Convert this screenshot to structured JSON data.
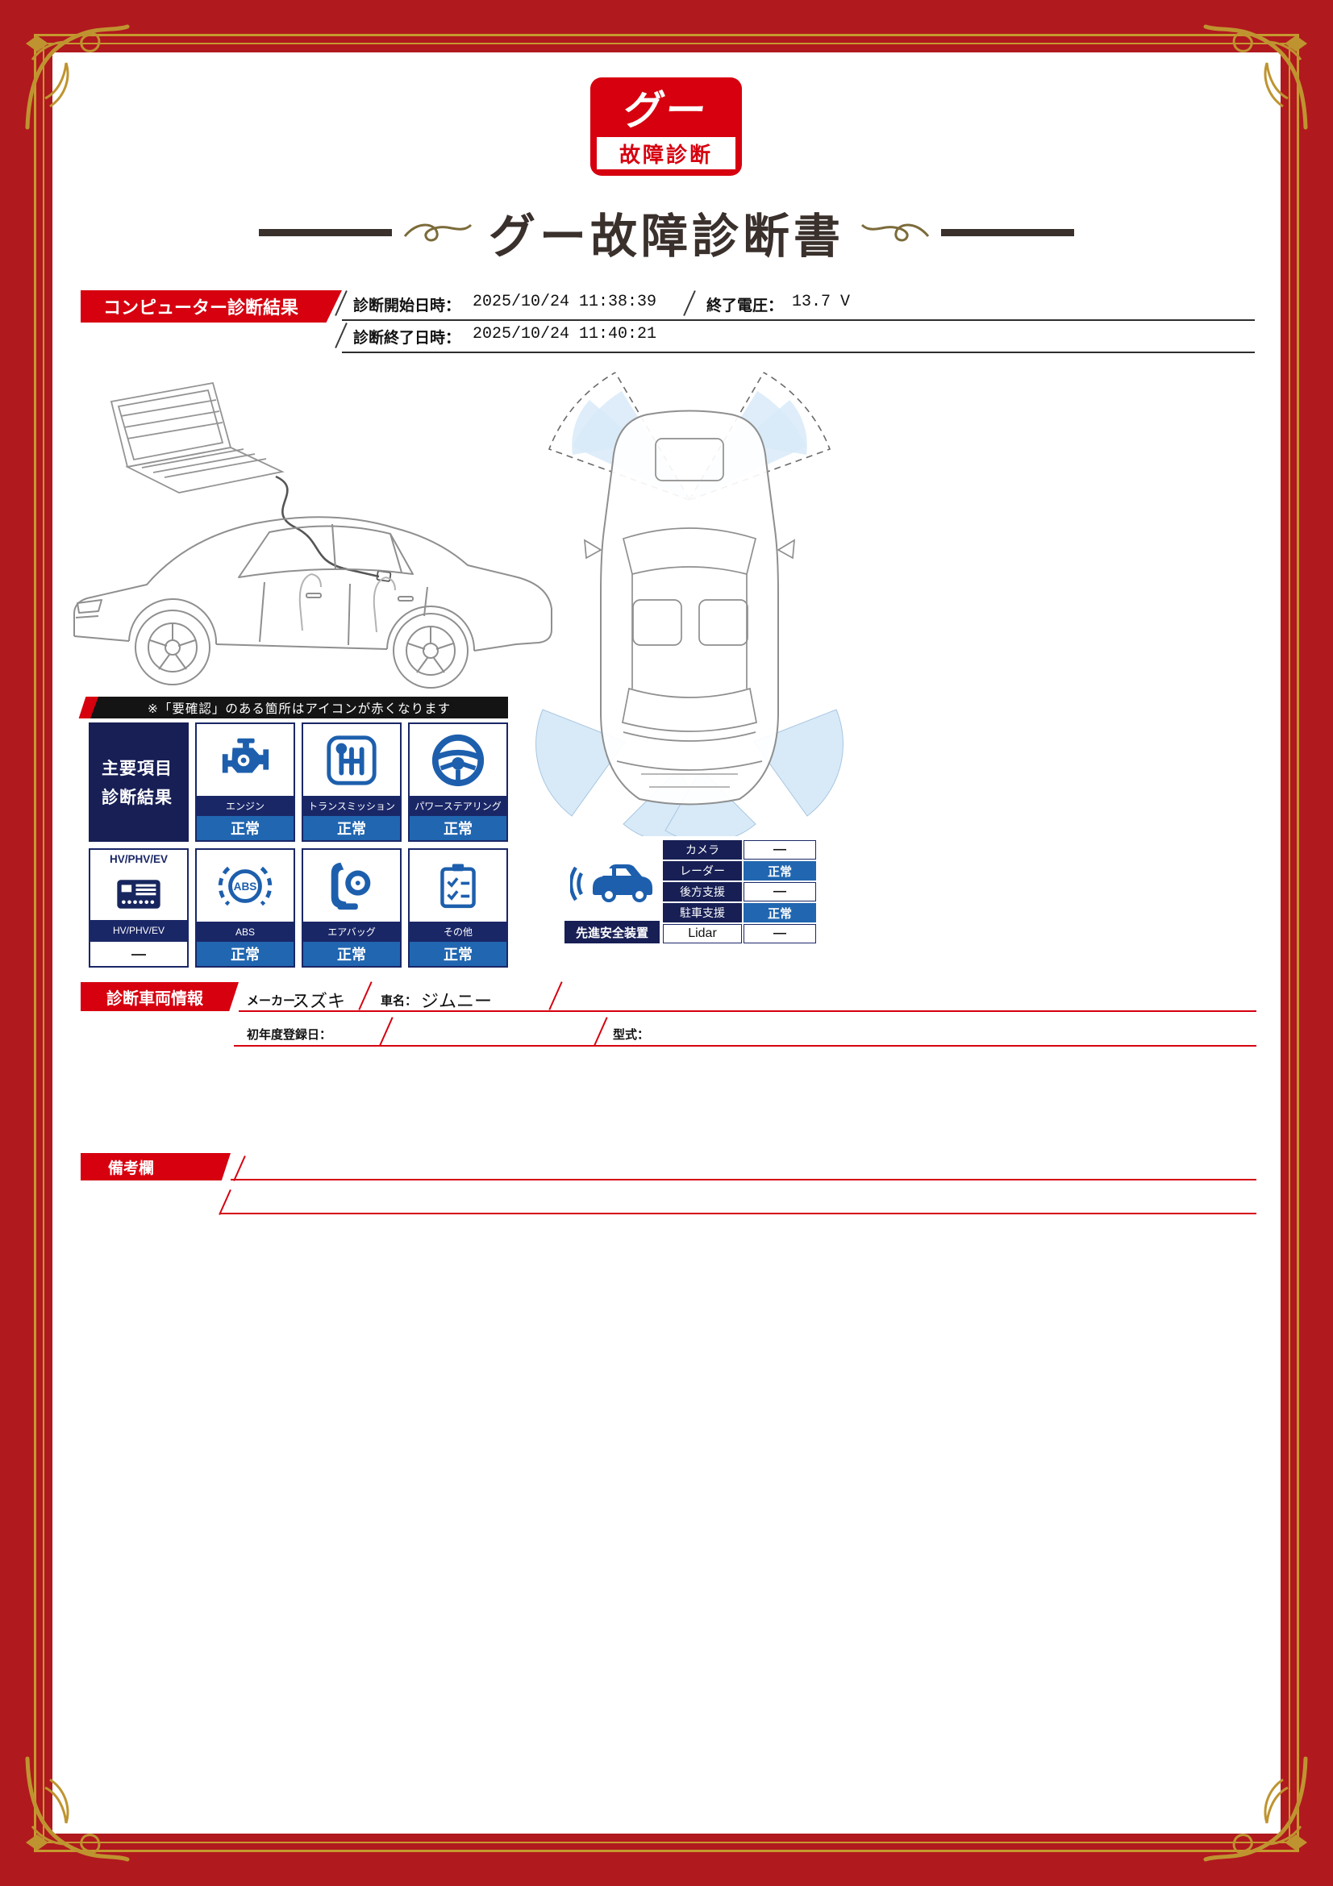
{
  "logo": {
    "brand": "グー",
    "subtitle": "故障診断"
  },
  "title": "グー故障診断書",
  "diagnosis": {
    "banner": "コンピューター診断結果",
    "start_label": "診断開始日時：",
    "start_value": "2025/10/24 11:38:39",
    "voltage_label": "終了電圧：",
    "voltage_value": "13.7 V",
    "end_label": "診断終了日時：",
    "end_value": "2025/10/24 11:40:21"
  },
  "notice": "※「要確認」のある箇所はアイコンが赤くなります",
  "grid": {
    "header_line1": "主要項目",
    "header_line2": "診断結果",
    "items": [
      {
        "label": "エンジン",
        "status": "正常"
      },
      {
        "label": "トランスミッション",
        "status": "正常"
      },
      {
        "label": "パワーステアリング",
        "status": "正常"
      },
      {
        "label": "HV/PHV/EV",
        "top_label": "HV/PHV/EV",
        "status": "—"
      },
      {
        "label": "ABS",
        "status": "正常"
      },
      {
        "label": "エアバッグ",
        "status": "正常"
      },
      {
        "label": "その他",
        "status": "正常"
      }
    ]
  },
  "safety": {
    "title": "先進安全装置",
    "rows": [
      {
        "label": "カメラ",
        "value": "—"
      },
      {
        "label": "レーダー",
        "value": "正常"
      },
      {
        "label": "後方支援",
        "value": "—"
      },
      {
        "label": "駐車支援",
        "value": "正常"
      },
      {
        "label": "Lidar",
        "value": "—"
      }
    ]
  },
  "vehicle": {
    "banner": "診断車両情報",
    "maker_label": "メーカー：",
    "maker_value": "スズキ",
    "name_label": "車名：",
    "name_value": "ジムニー",
    "registration_label": "初年度登録日：",
    "model_label": "型式："
  },
  "remarks": {
    "banner": "備考欄"
  },
  "colors": {
    "accent_red": "#d6000f",
    "frame_red": "#b0191e",
    "navy": "#1a2767",
    "status_blue": "#2166b0",
    "icon_blue": "#1d5fad",
    "gold": "#bf9430",
    "sensor_blue": "#d8eaf8"
  }
}
